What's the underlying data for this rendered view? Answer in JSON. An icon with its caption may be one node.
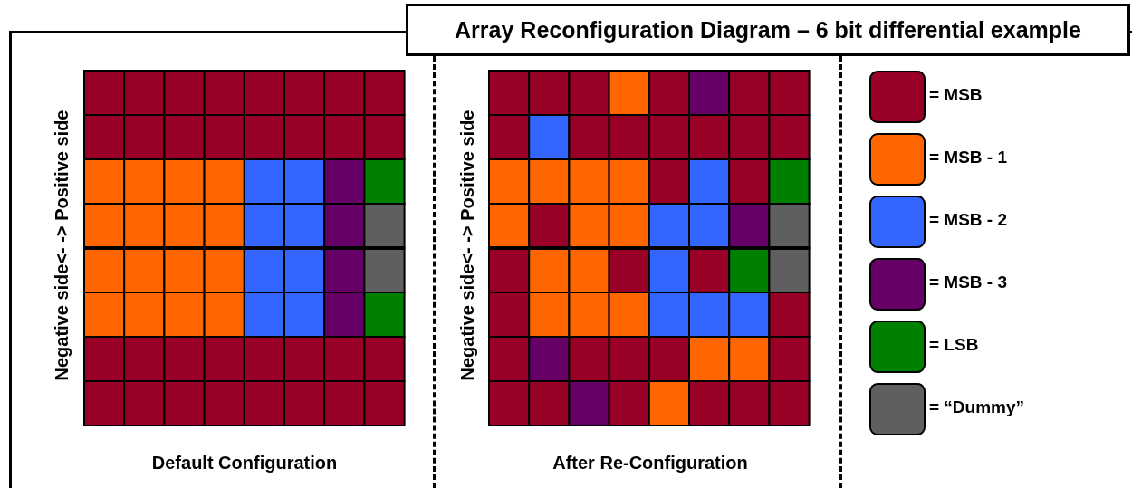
{
  "diagram": {
    "title": "Array Reconfiguration Diagram – 6 bit differential example",
    "labels": [
      "Negative side<- -> Positive side",
      "Default Configuration",
      "Negative side<- -> Positive side",
      "After Re-Configuration"
    ],
    "legend": [
      {
        "text": "= MSB",
        "color": "#990026"
      },
      {
        "text": "= MSB - 1",
        "color": "#ff6600"
      },
      {
        "text": "= MSB - 2",
        "color": "#3366ff"
      },
      {
        "text": "= MSB - 3",
        "color": "#660066"
      },
      {
        "text": "= LSB",
        "color": "#008000"
      },
      {
        "text": "= “Dummy”",
        "color": "#5f5f5f"
      }
    ]
  }
}
